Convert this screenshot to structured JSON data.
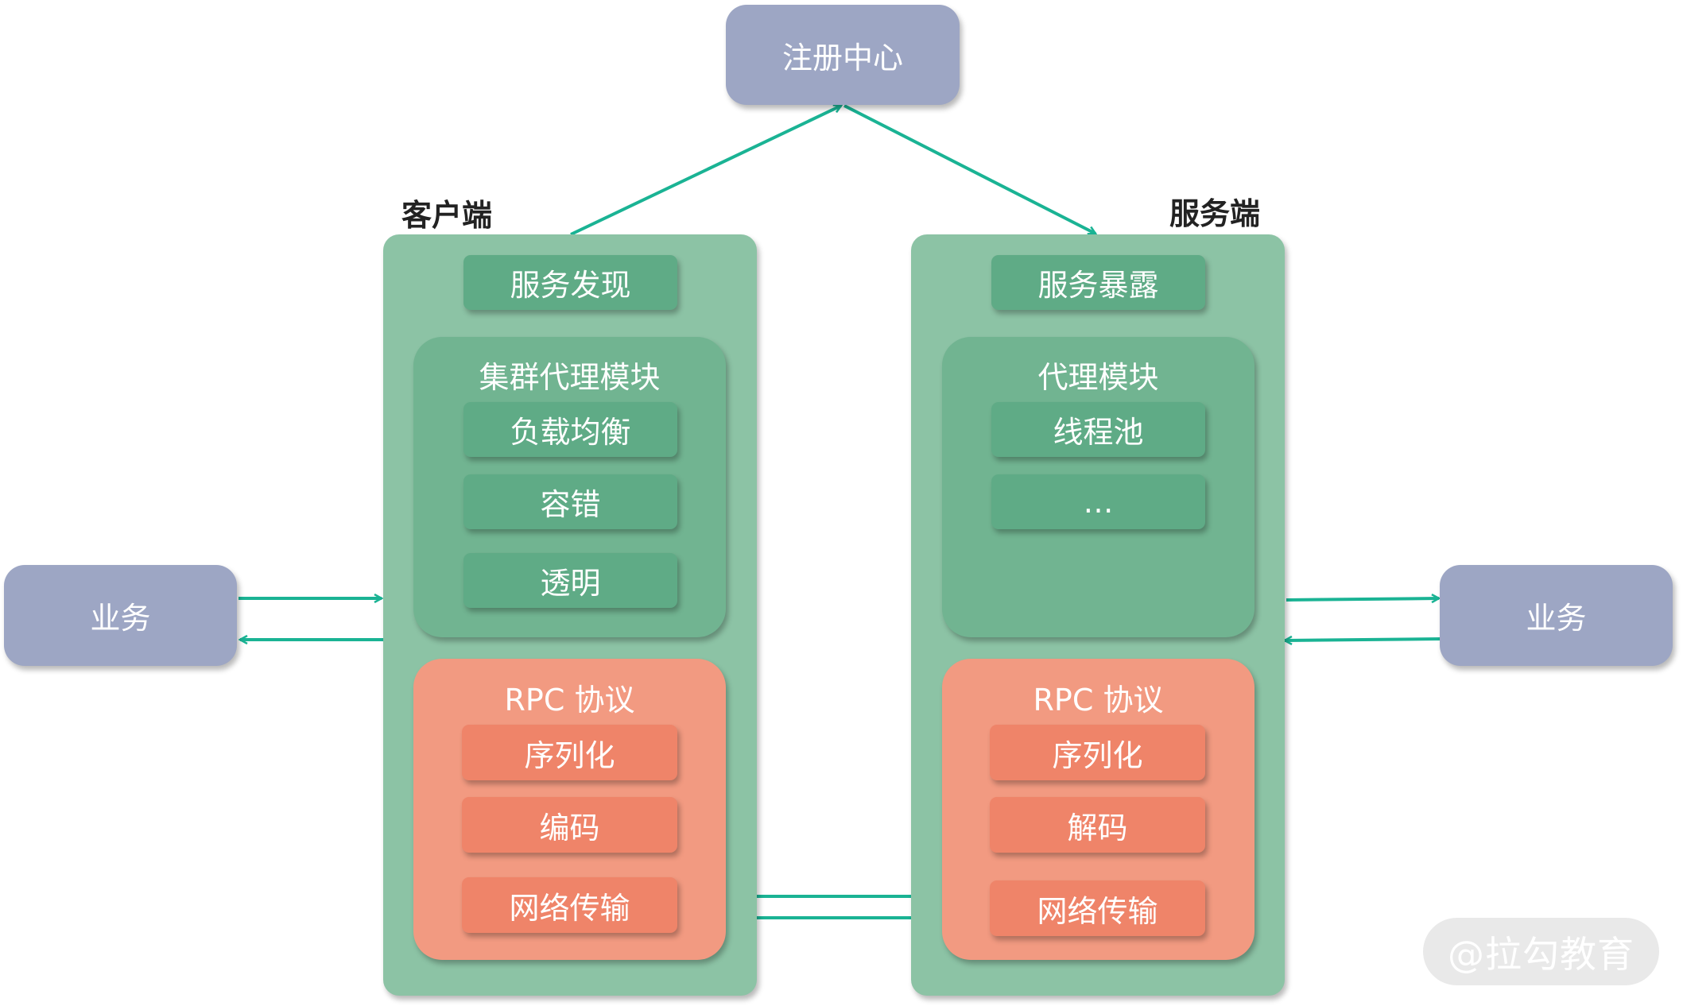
{
  "registry": {
    "label": "注册中心"
  },
  "client": {
    "title": "客户端",
    "discovery": "服务发现",
    "cluster_module": {
      "title": "集群代理模块",
      "items": [
        "负载均衡",
        "容错",
        "透明"
      ]
    },
    "rpc_module": {
      "title": "RPC 协议",
      "items": [
        "序列化",
        "编码",
        "网络传输"
      ]
    }
  },
  "server": {
    "title": "服务端",
    "exposure": "服务暴露",
    "proxy_module": {
      "title": "代理模块",
      "items": [
        "线程池",
        "…"
      ]
    },
    "rpc_module": {
      "title": "RPC 协议",
      "items": [
        "序列化",
        "解码",
        "网络传输"
      ]
    }
  },
  "business_left": {
    "label": "业务"
  },
  "business_right": {
    "label": "业务"
  },
  "watermark": {
    "text": "@拉勾教育"
  },
  "colors": {
    "arrow": "#1ab394",
    "purple_box": "#9da6c4",
    "column_bg": "#8cc3a5",
    "green_module": "#71b491",
    "green_item": "#5fab86",
    "orange_module": "#f29a81",
    "orange_item": "#ef8469"
  }
}
